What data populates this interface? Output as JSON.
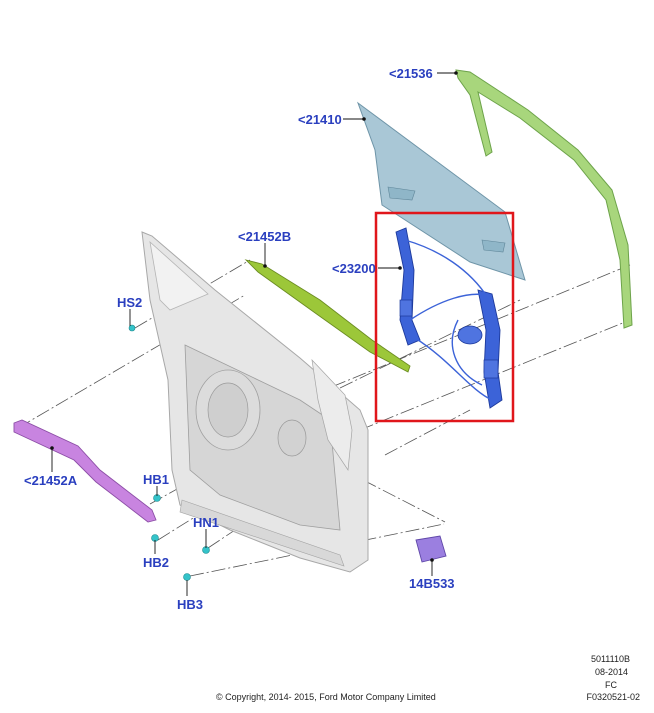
{
  "callouts": {
    "glass_run": "<21536",
    "glass": "<21410",
    "belt_upper": "<21452B",
    "regulator": "<23200",
    "hs2": "HS2",
    "belt_lower": "<21452A",
    "hb1": "HB1",
    "hn1": "HN1",
    "hb2": "HB2",
    "hb3": "HB3",
    "module": "14B533"
  },
  "meta": {
    "code": "5011110B",
    "date": "08-2014",
    "fc": "FC",
    "figure": "F0320521-02",
    "copyright": "© Copyright, 2014- 2015, Ford Motor Company Limited"
  },
  "colors": {
    "callout_text": "#2a3fbf",
    "highlight_box": "#e0161b",
    "regulator": "#3c63d8",
    "glass": "#a9c7d6",
    "glass_run": "#a8d67c",
    "belt_upper": "#9cc739",
    "belt_lower": "#c884e0",
    "door_panel": "#e4e4e4",
    "module": "#9b7fe0",
    "fastener": "#34c3c9"
  }
}
